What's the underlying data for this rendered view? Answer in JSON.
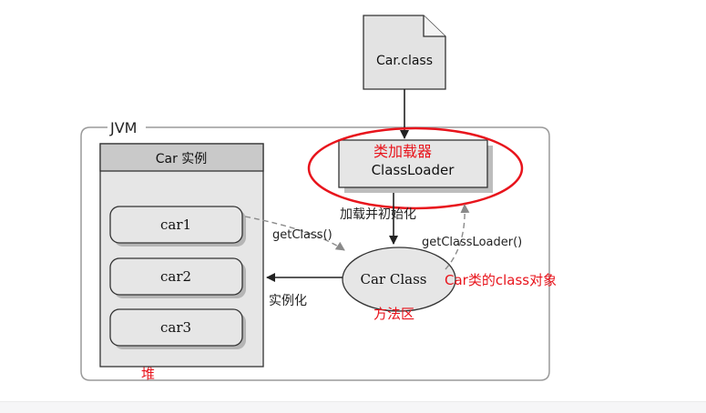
{
  "file": {
    "label": "Car.class"
  },
  "jvm": {
    "label": "JVM"
  },
  "heap": {
    "title": "Car 实例",
    "instances": [
      "car1",
      "car2",
      "car3"
    ],
    "label": "堆"
  },
  "classloader": {
    "label": "ClassLoader",
    "annotation": "类加载器"
  },
  "method_area": {
    "class_label": "Car Class",
    "label": "方法区",
    "annotation": "Car类的class对象"
  },
  "arrows": {
    "load_init": "加载并初始化",
    "get_class": "getClass()",
    "get_classloader": "getClassLoader()",
    "instantiate": "实例化"
  },
  "colors": {
    "annotation_red": "#e8141c",
    "box_fill": "#e6e6e6",
    "outline": "#333333",
    "frame": "#999999"
  }
}
